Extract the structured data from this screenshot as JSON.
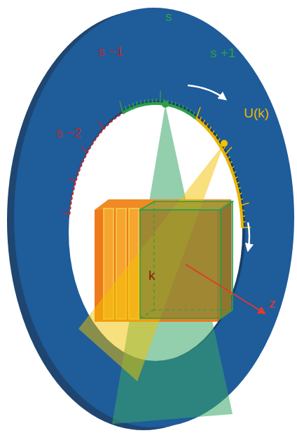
{
  "diagram": {
    "labels": [
      "s",
      "s +1",
      "s −1",
      "s −2",
      "U(k)",
      "k",
      "z"
    ]
  }
}
